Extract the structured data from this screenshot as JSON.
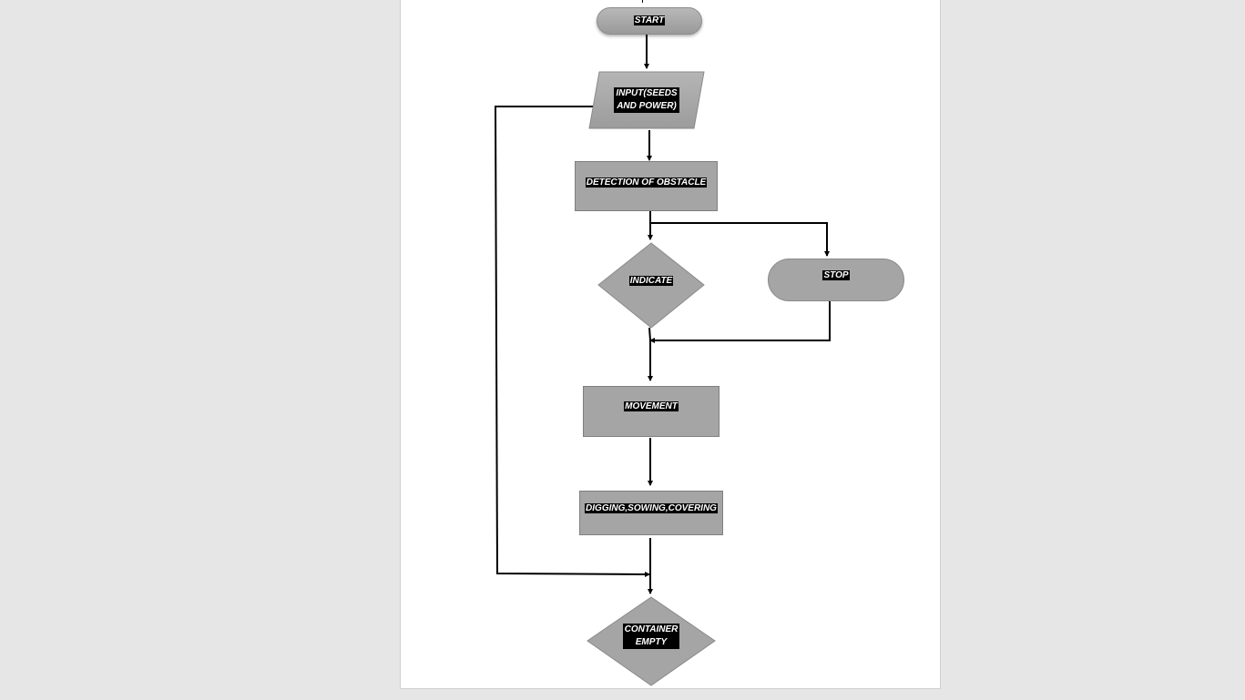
{
  "flowchart": {
    "nodes": {
      "start": "START",
      "input_line1": "INPUT(SEEDS",
      "input_line2": "AND POWER)",
      "detection": "DETECTION OF OBSTACLE",
      "indicate": "INDICATE",
      "stop": "STOP",
      "movement": "MOVEMENT",
      "digging": "DIGGING,SOWING,COVERING",
      "container_line1": "CONTAINER",
      "container_line2": "EMPTY"
    }
  },
  "colors": {
    "shape_fill": "#a5a5a5",
    "label_background": "#000000",
    "label_text": "#ffffff",
    "connector": "#000000"
  }
}
